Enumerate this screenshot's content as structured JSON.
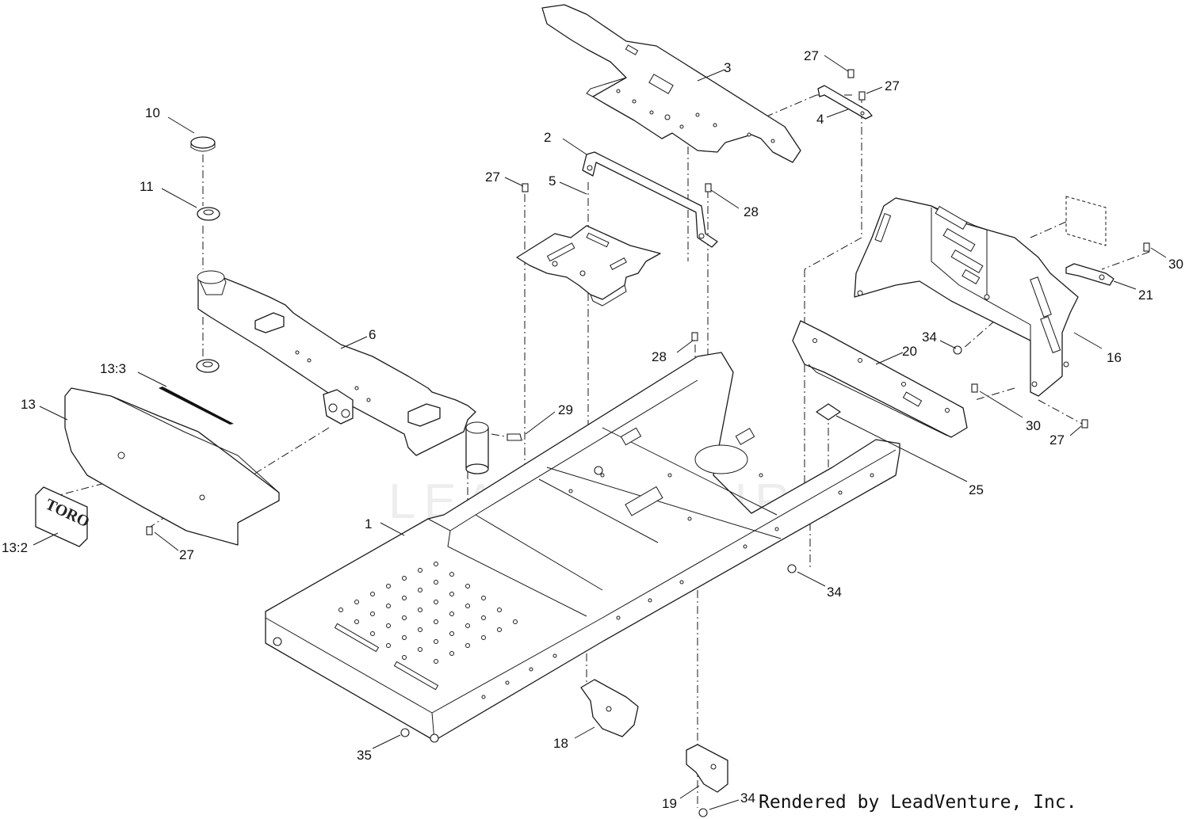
{
  "credit": "Rendered by LeadVenture, Inc.",
  "watermark": "LEADVENTURE",
  "decal_text": "TORO",
  "callouts": {
    "c1": "1",
    "c2": "2",
    "c3": "3",
    "c4": "4",
    "c5": "5",
    "c6": "6",
    "c10": "10",
    "c11": "11",
    "c13": "13",
    "c13_2": "13:2",
    "c13_3": "13:3",
    "c16": "16",
    "c18": "18",
    "c19": "19",
    "c20": "20",
    "c21": "21",
    "c25": "25",
    "c27a": "27",
    "c27b": "27",
    "c27c": "27",
    "c27d": "27",
    "c27e": "27",
    "c28a": "28",
    "c28b": "28",
    "c29": "29",
    "c30a": "30",
    "c30b": "30",
    "c34a": "34",
    "c34b": "34",
    "c34c": "34",
    "c35": "35"
  }
}
